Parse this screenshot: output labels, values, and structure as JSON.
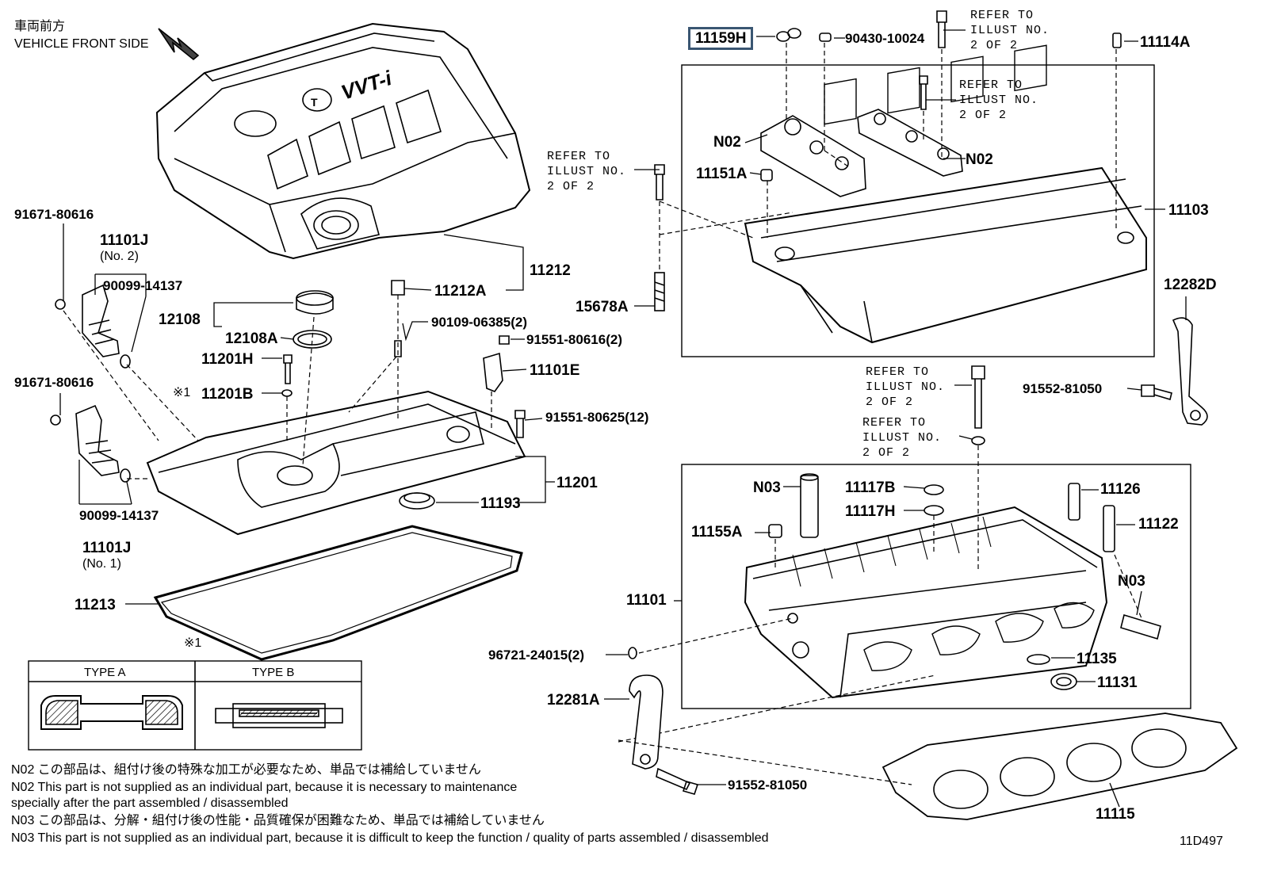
{
  "header": {
    "front_jp": "車両前方",
    "front_en": "VEHICLE FRONT SIDE"
  },
  "refer_text": [
    "REFER TO",
    "ILLUST NO.",
    "2 OF 2"
  ],
  "parts": {
    "p11159H": "11159H",
    "p90430": "90430-10024",
    "p11114A": "11114A",
    "p11103": "11103",
    "p11151A": "11151A",
    "p15678A": "15678A",
    "p12282D": "12282D",
    "p91552_81050_top": "91552-81050",
    "p91671_1": "91671-80616",
    "p91671_2": "91671-80616",
    "p11101J_2": "11101J",
    "no2": "(No. 2)",
    "p90099_1": "90099-14137",
    "p90099_2": "90099-14137",
    "p11101J_1": "11101J",
    "no1": "(No. 1)",
    "p11212": "11212",
    "p11212A": "11212A",
    "p12108": "12108",
    "p12108A": "12108A",
    "p11201H": "11201H",
    "p11201B": "11201B",
    "p90109": "90109-06385(2)",
    "p91551_80616": "91551-80616(2)",
    "p11101E": "11101E",
    "p91551_80625": "91551-80625(12)",
    "p11201": "11201",
    "p11193": "11193",
    "p11213": "11213",
    "p11117B": "11117B",
    "p11117H": "11117H",
    "p11126": "11126",
    "p11122": "11122",
    "p11155A": "11155A",
    "p11101": "11101",
    "p96721": "96721-24015(2)",
    "p11135": "11135",
    "p11131": "11131",
    "p12281A": "12281A",
    "p91552_81050_bot": "91552-81050",
    "p11115": "11115",
    "n02a": "N02",
    "n02b": "N02",
    "n03a": "N03",
    "n03b": "N03"
  },
  "marks": {
    "ref1": "※1",
    "ref2": "※1"
  },
  "type_table": {
    "type_a": "TYPE A",
    "type_b": "TYPE B"
  },
  "notes": [
    "N02  この部品は、組付け後の特殊な加工が必要なため、単品では補給していません",
    "N02  This part is not supplied as an individual part, because it is necessary to maintenance",
    "         specially after the part assembled / disassembled",
    "N03  この部品は、分解・組付け後の性能・品質確保が困難なため、単品では補給していません",
    "N03  This part is not supplied as an individual part, because it is difficult to keep the function / quality of parts  assembled / disassembled"
  ],
  "diagram_id": "11D497",
  "cover_logo": "VVT-i"
}
